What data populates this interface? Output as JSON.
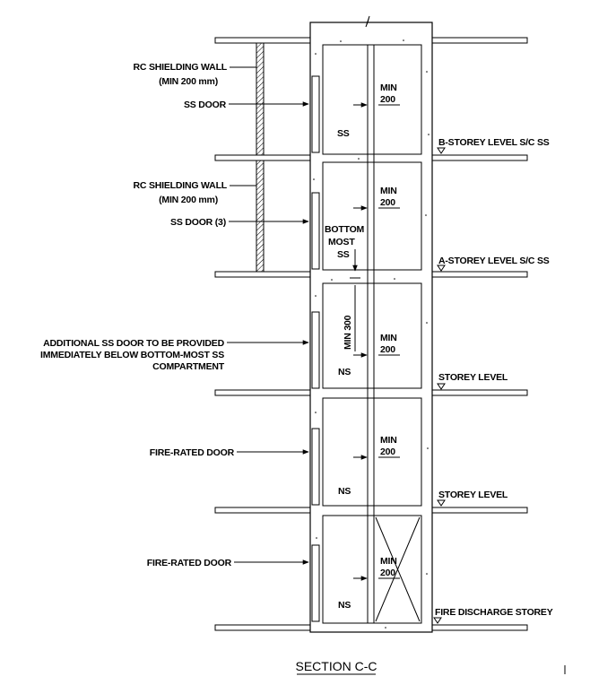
{
  "labels": {
    "rc_wall_1": [
      "RC SHIELDING WALL",
      "(MIN 200 mm)"
    ],
    "ss_door": "SS DOOR",
    "rc_wall_2": [
      "RC SHIELDING WALL",
      "(MIN 200 mm)"
    ],
    "ss_door_3": "SS DOOR (3)",
    "additional_door": [
      "ADDITIONAL SS DOOR TO BE PROVIDED",
      "IMMEDIATELY BELOW BOTTOM-MOST SS",
      "COMPARTMENT"
    ],
    "fire_door_1": "FIRE-RATED DOOR",
    "fire_door_2": "FIRE-RATED DOOR"
  },
  "compartments": {
    "ss": "SS",
    "bottom_most": [
      "BOTTOM",
      "MOST",
      "SS"
    ],
    "ns_1": "NS",
    "ns_2": "NS",
    "ns_3": "NS"
  },
  "dimensions": {
    "min_200": [
      "MIN",
      "200"
    ],
    "min_300": "MIN 300"
  },
  "levels": {
    "b_storey": "B-STOREY LEVEL S/C SS",
    "a_storey": "A-STOREY LEVEL S/C SS",
    "storey_1": "STOREY LEVEL",
    "storey_2": "STOREY LEVEL",
    "fire_discharge": "FIRE DISCHARGE STOREY"
  },
  "title": "SECTION C-C"
}
